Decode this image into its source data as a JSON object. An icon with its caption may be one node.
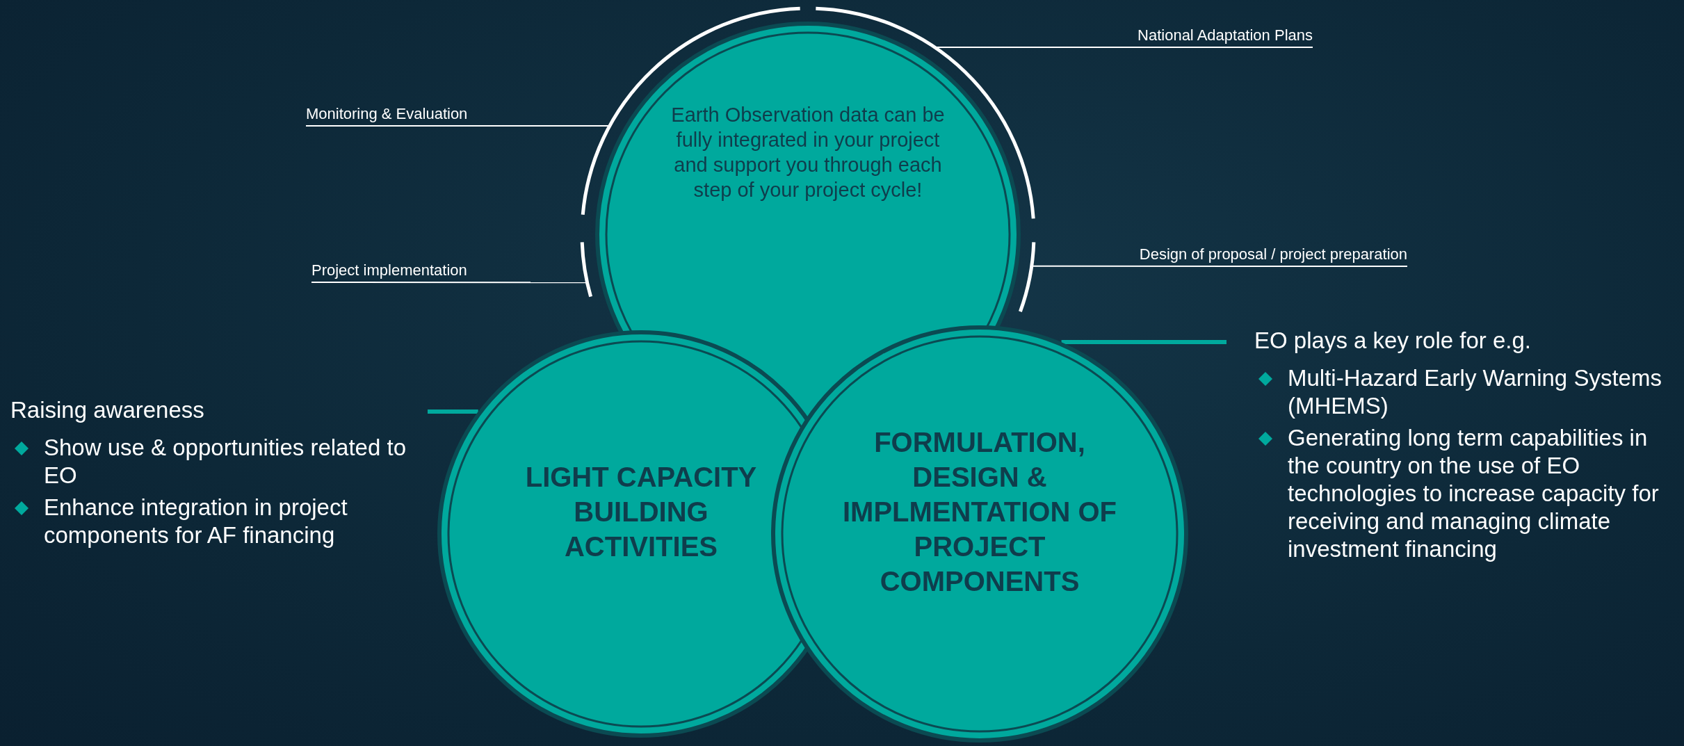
{
  "diagram": {
    "nodes": [
      {
        "text": [
          "National Adaptation Plans"
        ]
      },
      {
        "text": [
          "Monitoring & Evaluation"
        ]
      },
      {
        "text": [
          "Earth Observation data can be fully integrated in your project and support you through each step of your project cycle!"
        ]
      },
      {
        "text": [
          "Design of proposal / project preparation"
        ]
      },
      {
        "text": [
          "Project implementation"
        ]
      },
      {
        "text": [
          "Raising awareness",
          "Show use & opportunities related to EO",
          "Enhance integration in project components for AF financing"
        ]
      },
      {
        "text": [
          "LIGHT CAPACITY BUILDING ACTIVITIES"
        ]
      },
      {
        "text": [
          "FORMULATION, DESIGN & IMPLMENTATION OF PROJECT COMPONENTS"
        ]
      },
      {
        "text": [
          "EO plays a key role for e.g.",
          "Multi-Hazard Early Warning Systems (MHEMS)",
          "Generating long term capabilities in the country on the use of EO technologies to increase capacity for receiving and managing climate investment financing"
        ]
      },
      {
        "text": [],
        "shape": "arc"
      },
      {
        "text": [],
        "shape": "arc"
      },
      {
        "text": [],
        "shape": "arc"
      },
      {
        "text": [],
        "shape": "arc"
      }
    ],
    "edges": [
      {
        "from": 0,
        "to": 11,
        "arrow": "none"
      },
      {
        "from": 1,
        "to": 9,
        "arrow": "none"
      },
      {
        "from": 3,
        "to": 12,
        "arrow": "none"
      },
      {
        "from": 4,
        "to": 10,
        "arrow": "none"
      },
      {
        "from": 5,
        "to": 6,
        "arrow": "none",
        "style": "thick",
        "color": "#00a99d"
      },
      {
        "from": 8,
        "to": 7,
        "arrow": "none",
        "style": "thick",
        "color": "#00a99d"
      }
    ]
  }
}
